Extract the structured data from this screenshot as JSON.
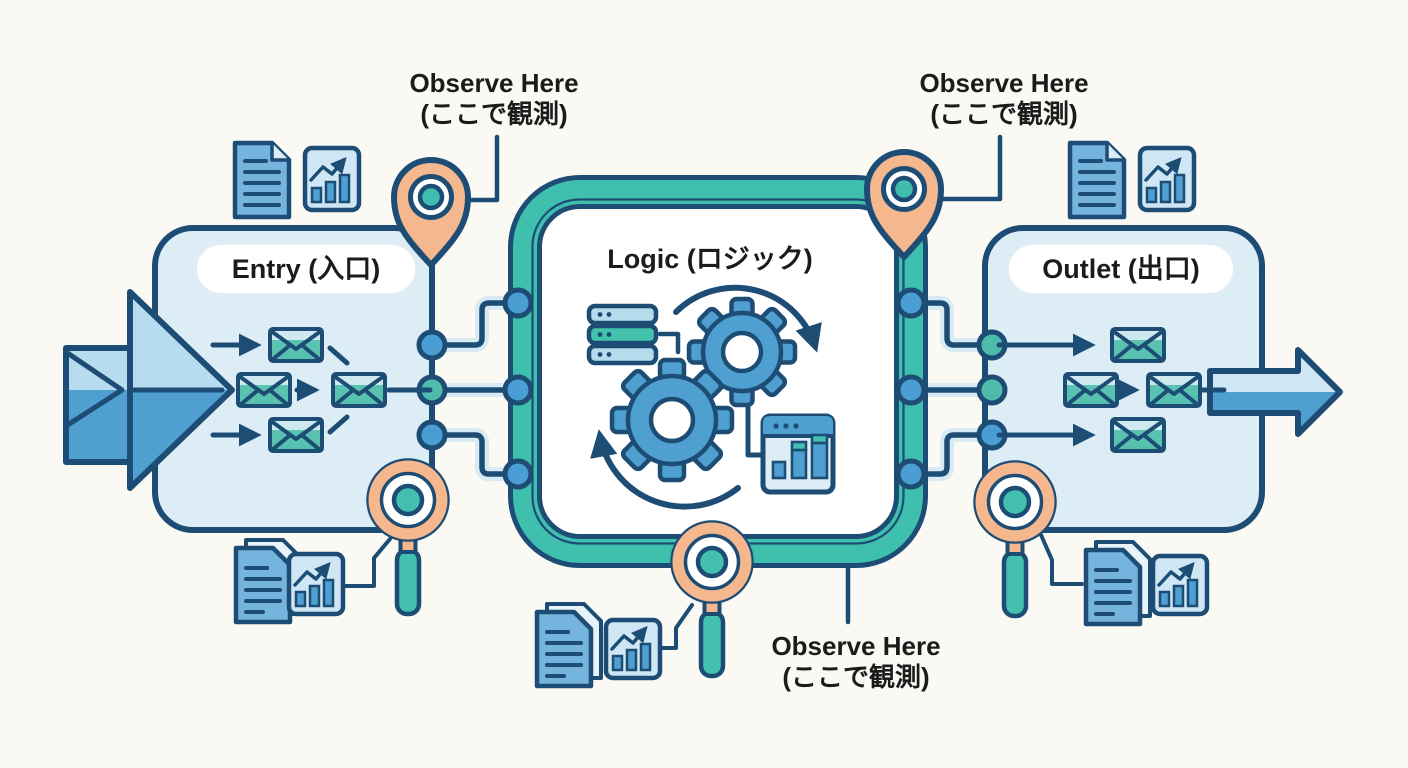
{
  "nodes": {
    "entry": {
      "title": "Entry (入口)"
    },
    "logic": {
      "title": "Logic (ロジック)"
    },
    "outlet": {
      "title": "Outlet (出口)"
    }
  },
  "annotations": {
    "observe_top_left": {
      "line1": "Observe Here",
      "line2": "(ここで観測)"
    },
    "observe_top_right": {
      "line1": "Observe Here",
      "line2": "(ここで観測)"
    },
    "observe_bottom": {
      "line1": "Observe Here",
      "line2": "(ここで観測)"
    }
  },
  "icons": {
    "document": "document-icon",
    "documents_stack": "documents-stack-icon",
    "chart": "bar-chart-icon",
    "server": "server-stack-icon",
    "gears": "gears-icon",
    "analytics_window": "analytics-window-icon",
    "envelope": "envelope-icon",
    "map_pin": "map-pin-icon",
    "magnifier": "magnifying-glass-icon",
    "inbound_arrow": "inbound-arrow-icon",
    "outbound_arrow": "outbound-arrow-icon"
  },
  "colors": {
    "background": "#f8f7f2",
    "outline_navy": "#1d4d75",
    "panel_blue": "#dcedf6",
    "pipe_teal": "#3fbfae",
    "envelope_teal": "#58c4b3",
    "node_blue": "#4a9ed3",
    "node_teal": "#4fbcab",
    "accent_orange": "#f4b78e",
    "bar_blue": "#4f9fd0",
    "text": "#1b1b1b"
  }
}
